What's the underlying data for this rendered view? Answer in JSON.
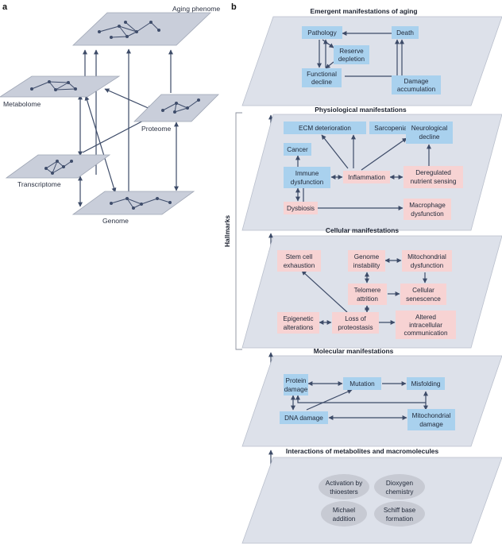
{
  "panel_a": {
    "letter": "a",
    "layers": {
      "phenome": "Aging phenome",
      "metabolome": "Metabolome",
      "proteome": "Proteome",
      "transcriptome": "Transcriptome",
      "genome": "Genome"
    }
  },
  "panel_b": {
    "letter": "b",
    "hallmarks_label": "Hallmarks",
    "emergent": {
      "title": "Emergent manifestations of aging",
      "pathology": "Pathology",
      "death": "Death",
      "reserve_1": "Reserve",
      "reserve_2": "depletion",
      "functional_1": "Functional",
      "functional_2": "decline",
      "damage_1": "Damage",
      "damage_2": "accumulation"
    },
    "physiological": {
      "title": "Physiological manifestations",
      "ecm": "ECM deterioration",
      "sarcopenia": "Sarcopenia",
      "neuro_1": "Neurological",
      "neuro_2": "decline",
      "cancer": "Cancer",
      "immune_1": "Immune",
      "immune_2": "dysfunction",
      "inflammation": "Inflammation",
      "dereg_1": "Deregulated",
      "dereg_2": "nutrient sensing",
      "dysbiosis": "Dysbiosis",
      "macro_1": "Macrophage",
      "macro_2": "dysfunction"
    },
    "cellular": {
      "title": "Cellular manifestations",
      "stem_1": "Stem cell",
      "stem_2": "exhaustion",
      "genome_1": "Genome",
      "genome_2": "instability",
      "mito_1": "Mitochondrial",
      "mito_2": "dysfunction",
      "telomere_1": "Telomere",
      "telomere_2": "attrition",
      "senescence_1": "Cellular",
      "senescence_2": "senescence",
      "epigenetic_1": "Epigenetic",
      "epigenetic_2": "alterations",
      "proteostasis_1": "Loss of",
      "proteostasis_2": "proteostasis",
      "altered_1": "Altered",
      "altered_2": "intracellular",
      "altered_3": "communication"
    },
    "molecular": {
      "title": "Molecular manifestations",
      "protein_1": "Protein",
      "protein_2": "damage",
      "mutation": "Mutation",
      "misfolding": "Misfolding",
      "dna": "DNA damage",
      "mitodmg_1": "Mitochondrial",
      "mitodmg_2": "damage"
    },
    "interactions": {
      "title": "Interactions of metabolites and macromolecules",
      "thio_1": "Activation by",
      "thio_2": "thioesters",
      "dioxy_1": "Dioxygen",
      "dioxy_2": "chemistry",
      "michael_1": "Michael",
      "michael_2": "addition",
      "schiff_1": "Schiff base",
      "schiff_2": "formation"
    }
  },
  "colors": {
    "blue_node": "#a9d1ee",
    "pink_node": "#f7d3d3",
    "gray_node": "#c7cad3",
    "plane": "#dde1ea",
    "arrow": "#3d4b68"
  }
}
